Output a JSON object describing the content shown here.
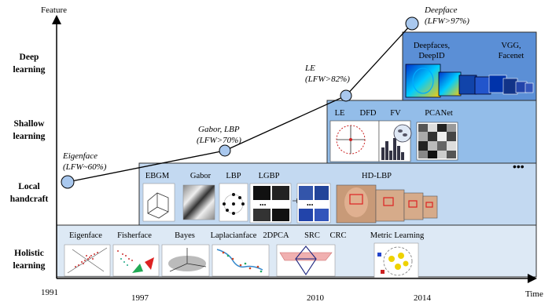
{
  "axes": {
    "y_label": "Feature",
    "x_label": "Time",
    "years": [
      "1991",
      "1997",
      "2010",
      "2014"
    ]
  },
  "levels": [
    {
      "line1": "Deep",
      "line2": "learning"
    },
    {
      "line1": "Shallow",
      "line2": "learning"
    },
    {
      "line1": "Local",
      "line2": "handcraft"
    },
    {
      "line1": "Holistic",
      "line2": "learning"
    }
  ],
  "milestones": [
    {
      "method": "Eigenface",
      "accuracy": "(LFW~60%)"
    },
    {
      "method": "Gabor, LBP",
      "accuracy": "(LFW>70%)"
    },
    {
      "method": "LE",
      "accuracy": "(LFW>82%)"
    },
    {
      "method": "Deepface",
      "accuracy": "(LFW>97%)"
    }
  ],
  "deep_methods": [
    "Deepfaces,",
    "DeepID",
    "VGG,",
    "Facenet"
  ],
  "shallow_methods": [
    "LE",
    "DFD",
    "FV",
    "PCANet"
  ],
  "local_methods": [
    "EBGM",
    "Gabor",
    "LBP",
    "LGBP",
    "HD-LBP"
  ],
  "holistic_methods": [
    "Eigenface",
    "Fisherface",
    "Bayes",
    "Laplacianface",
    "2DPCA",
    "SRC",
    "CRC",
    "Metric Learning"
  ],
  "ellipsis": "•••",
  "colors": {
    "holistic_band": "#dde9f5",
    "local_band": "#c3d9f1",
    "shallow_band": "#93bde9",
    "deep_band": "#5b8fd6",
    "milestone_fill": "#a9c8ee"
  }
}
